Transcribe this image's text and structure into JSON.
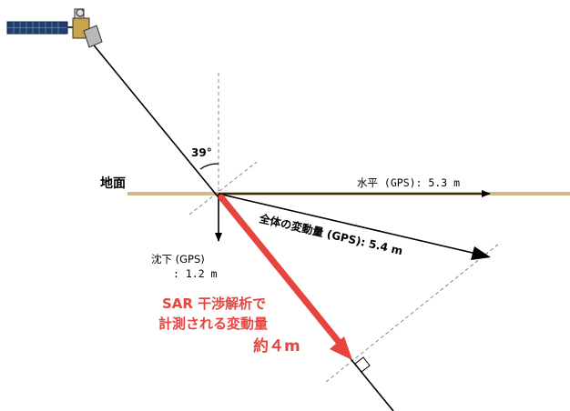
{
  "labels": {
    "ground": "地面",
    "angle": "39°",
    "horizontal": "水平 (GPS): 5.3 m",
    "total": "全体の変動量 (GPS): 5.4 m",
    "subsidence_line1": "沈下 (GPS)",
    "subsidence_line2": ": 1.2 m",
    "sar_line1": "SAR 干渉解析で",
    "sar_line2": "計測される変動量",
    "sar_line3": "約４m"
  },
  "colors": {
    "ground": "#d2b98a",
    "line": "#000000",
    "sar": "#e8443e",
    "satellite_panel": "#1f3f6e",
    "dashed": "#888888"
  },
  "measurements": {
    "horizontal_m": 5.3,
    "total_m": 5.4,
    "subsidence_m": 1.2,
    "sar_m": 4,
    "incidence_angle_deg": 39
  },
  "icons": {
    "satellite": "satellite-icon"
  }
}
